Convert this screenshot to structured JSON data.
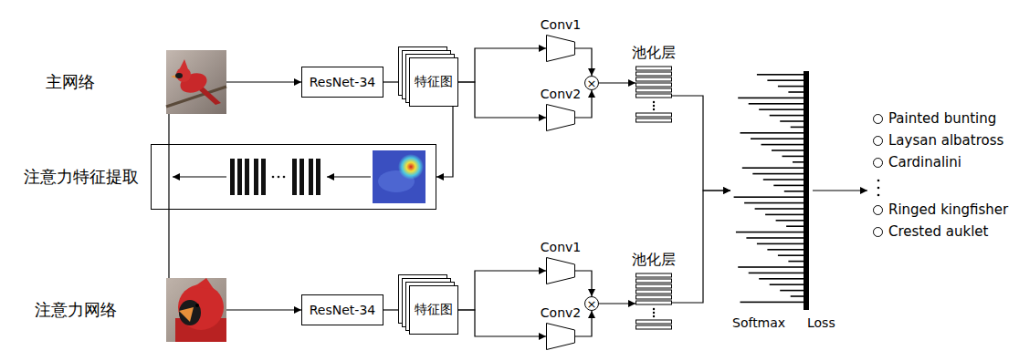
{
  "diagram": {
    "nodes": [
      {
        "text": [
          "ResNet-34"
        ]
      },
      {
        "text": [
          "特征图"
        ]
      },
      {
        "text": [
          "Conv1"
        ]
      },
      {
        "text": [
          "Conv2"
        ]
      },
      {
        "text": [
          "×"
        ]
      },
      {
        "text": [
          "池化层"
        ]
      },
      {
        "text": [
          "注意力特征提取"
        ]
      },
      {
        "text": [
          "ResNet-34"
        ]
      },
      {
        "text": [
          "特征图"
        ]
      },
      {
        "text": [
          "Conv1"
        ]
      },
      {
        "text": [
          "Conv2"
        ]
      },
      {
        "text": [
          "×"
        ]
      },
      {
        "text": [
          "池化层"
        ]
      },
      {
        "text": [
          "Softmax",
          "Loss"
        ]
      },
      {
        "text": [
          "Painted bunting",
          "Laysan albatross",
          "Cardinalini",
          "Ringed kingfisher",
          "Crested auklet"
        ]
      }
    ],
    "edges": [
      {
        "from": 0,
        "to": 1,
        "arrow": "to"
      },
      {
        "from": 1,
        "to": 2,
        "arrow": "to"
      },
      {
        "from": 1,
        "to": 3,
        "arrow": "to"
      },
      {
        "from": 2,
        "to": 4,
        "arrow": "to"
      },
      {
        "from": 3,
        "to": 4,
        "arrow": "to"
      },
      {
        "from": 4,
        "to": 5,
        "arrow": "to"
      },
      {
        "from": 1,
        "to": 6,
        "arrow": "to"
      },
      {
        "from": 7,
        "to": 8,
        "arrow": "to"
      },
      {
        "from": 8,
        "to": 9,
        "arrow": "to"
      },
      {
        "from": 8,
        "to": 10,
        "arrow": "to"
      },
      {
        "from": 9,
        "to": 11,
        "arrow": "to"
      },
      {
        "from": 10,
        "to": 11,
        "arrow": "to"
      },
      {
        "from": 11,
        "to": 12,
        "arrow": "to"
      },
      {
        "from": 5,
        "to": 13,
        "arrow": "to"
      },
      {
        "from": 12,
        "to": 13,
        "arrow": "to"
      },
      {
        "from": 13,
        "to": 14,
        "arrow": "to"
      }
    ],
    "labels": [
      "主网络",
      "注意力网络"
    ]
  }
}
